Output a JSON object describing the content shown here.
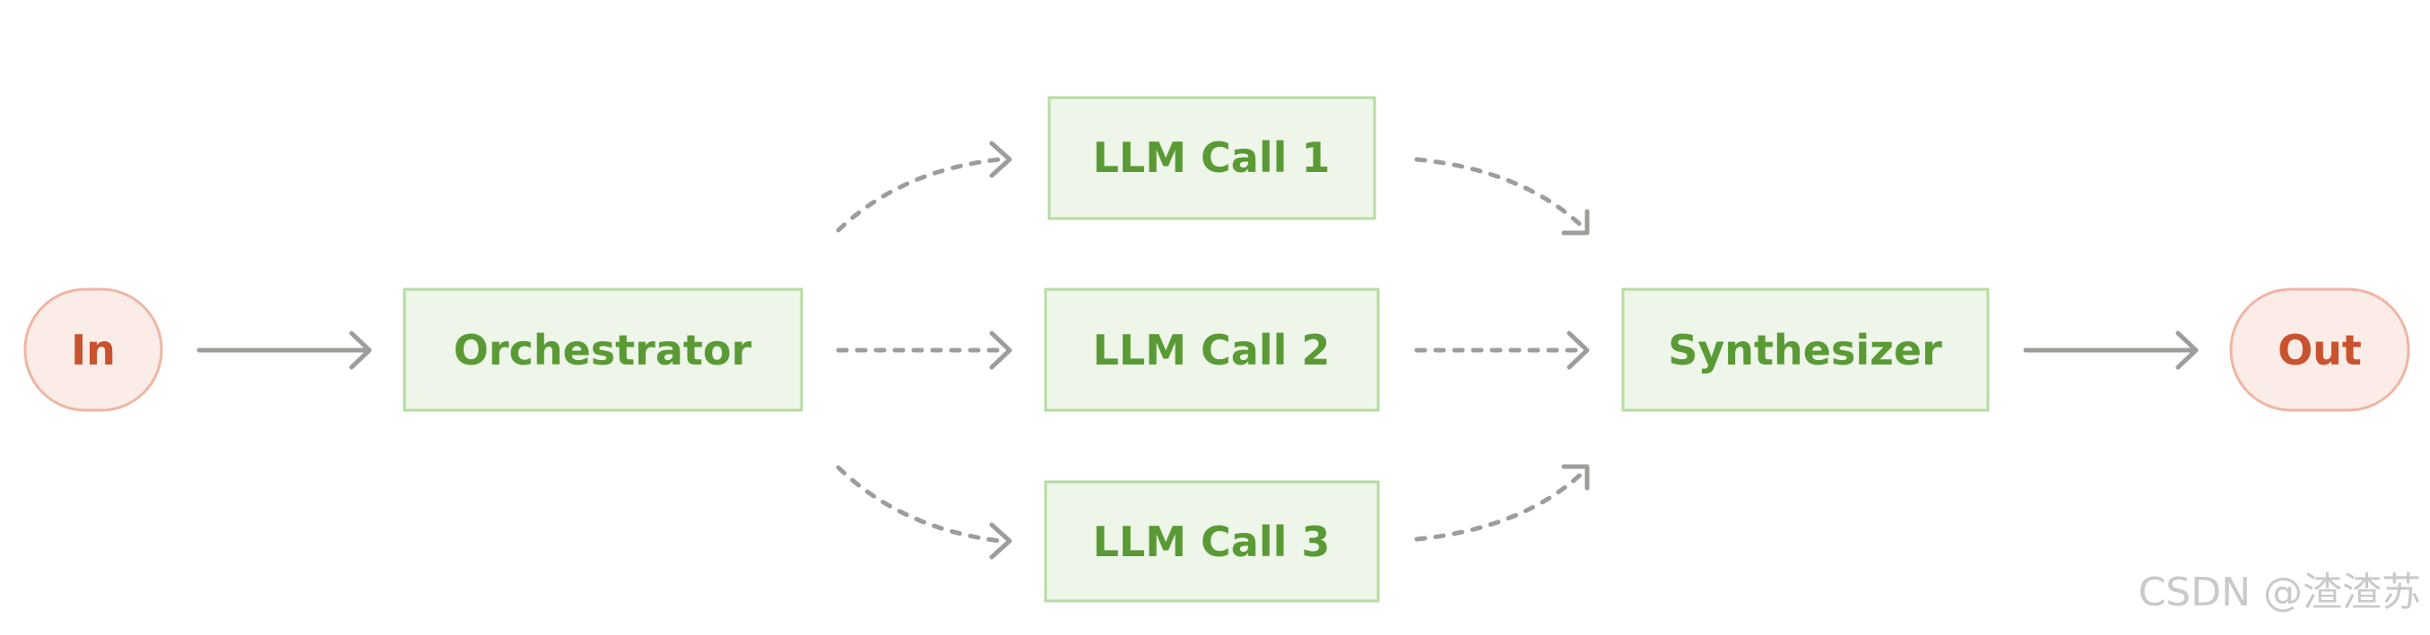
{
  "diagram": {
    "input_label": "In",
    "orchestrator_label": "Orchestrator",
    "llm_calls": [
      "LLM Call 1",
      "LLM Call 2",
      "LLM Call 3"
    ],
    "synthesizer_label": "Synthesizer",
    "output_label": "Out",
    "edges": [
      {
        "from": "In",
        "to": "Orchestrator",
        "style": "solid"
      },
      {
        "from": "Orchestrator",
        "to": "LLM Call 1",
        "style": "dashed"
      },
      {
        "from": "Orchestrator",
        "to": "LLM Call 2",
        "style": "dashed"
      },
      {
        "from": "Orchestrator",
        "to": "LLM Call 3",
        "style": "dashed"
      },
      {
        "from": "LLM Call 1",
        "to": "Synthesizer",
        "style": "dashed"
      },
      {
        "from": "LLM Call 2",
        "to": "Synthesizer",
        "style": "dashed"
      },
      {
        "from": "LLM Call 3",
        "to": "Synthesizer",
        "style": "dashed"
      },
      {
        "from": "Synthesizer",
        "to": "Out",
        "style": "solid"
      }
    ]
  },
  "watermark": "CSDN @渣渣苏",
  "colors": {
    "box_fill": "#eef5e9",
    "box_border": "#b7dba1",
    "box_text": "#5a9a35",
    "terminal_fill": "#fbece7",
    "terminal_border": "#efb5a3",
    "terminal_text": "#c9532f",
    "arrow": "#9e9d99"
  }
}
